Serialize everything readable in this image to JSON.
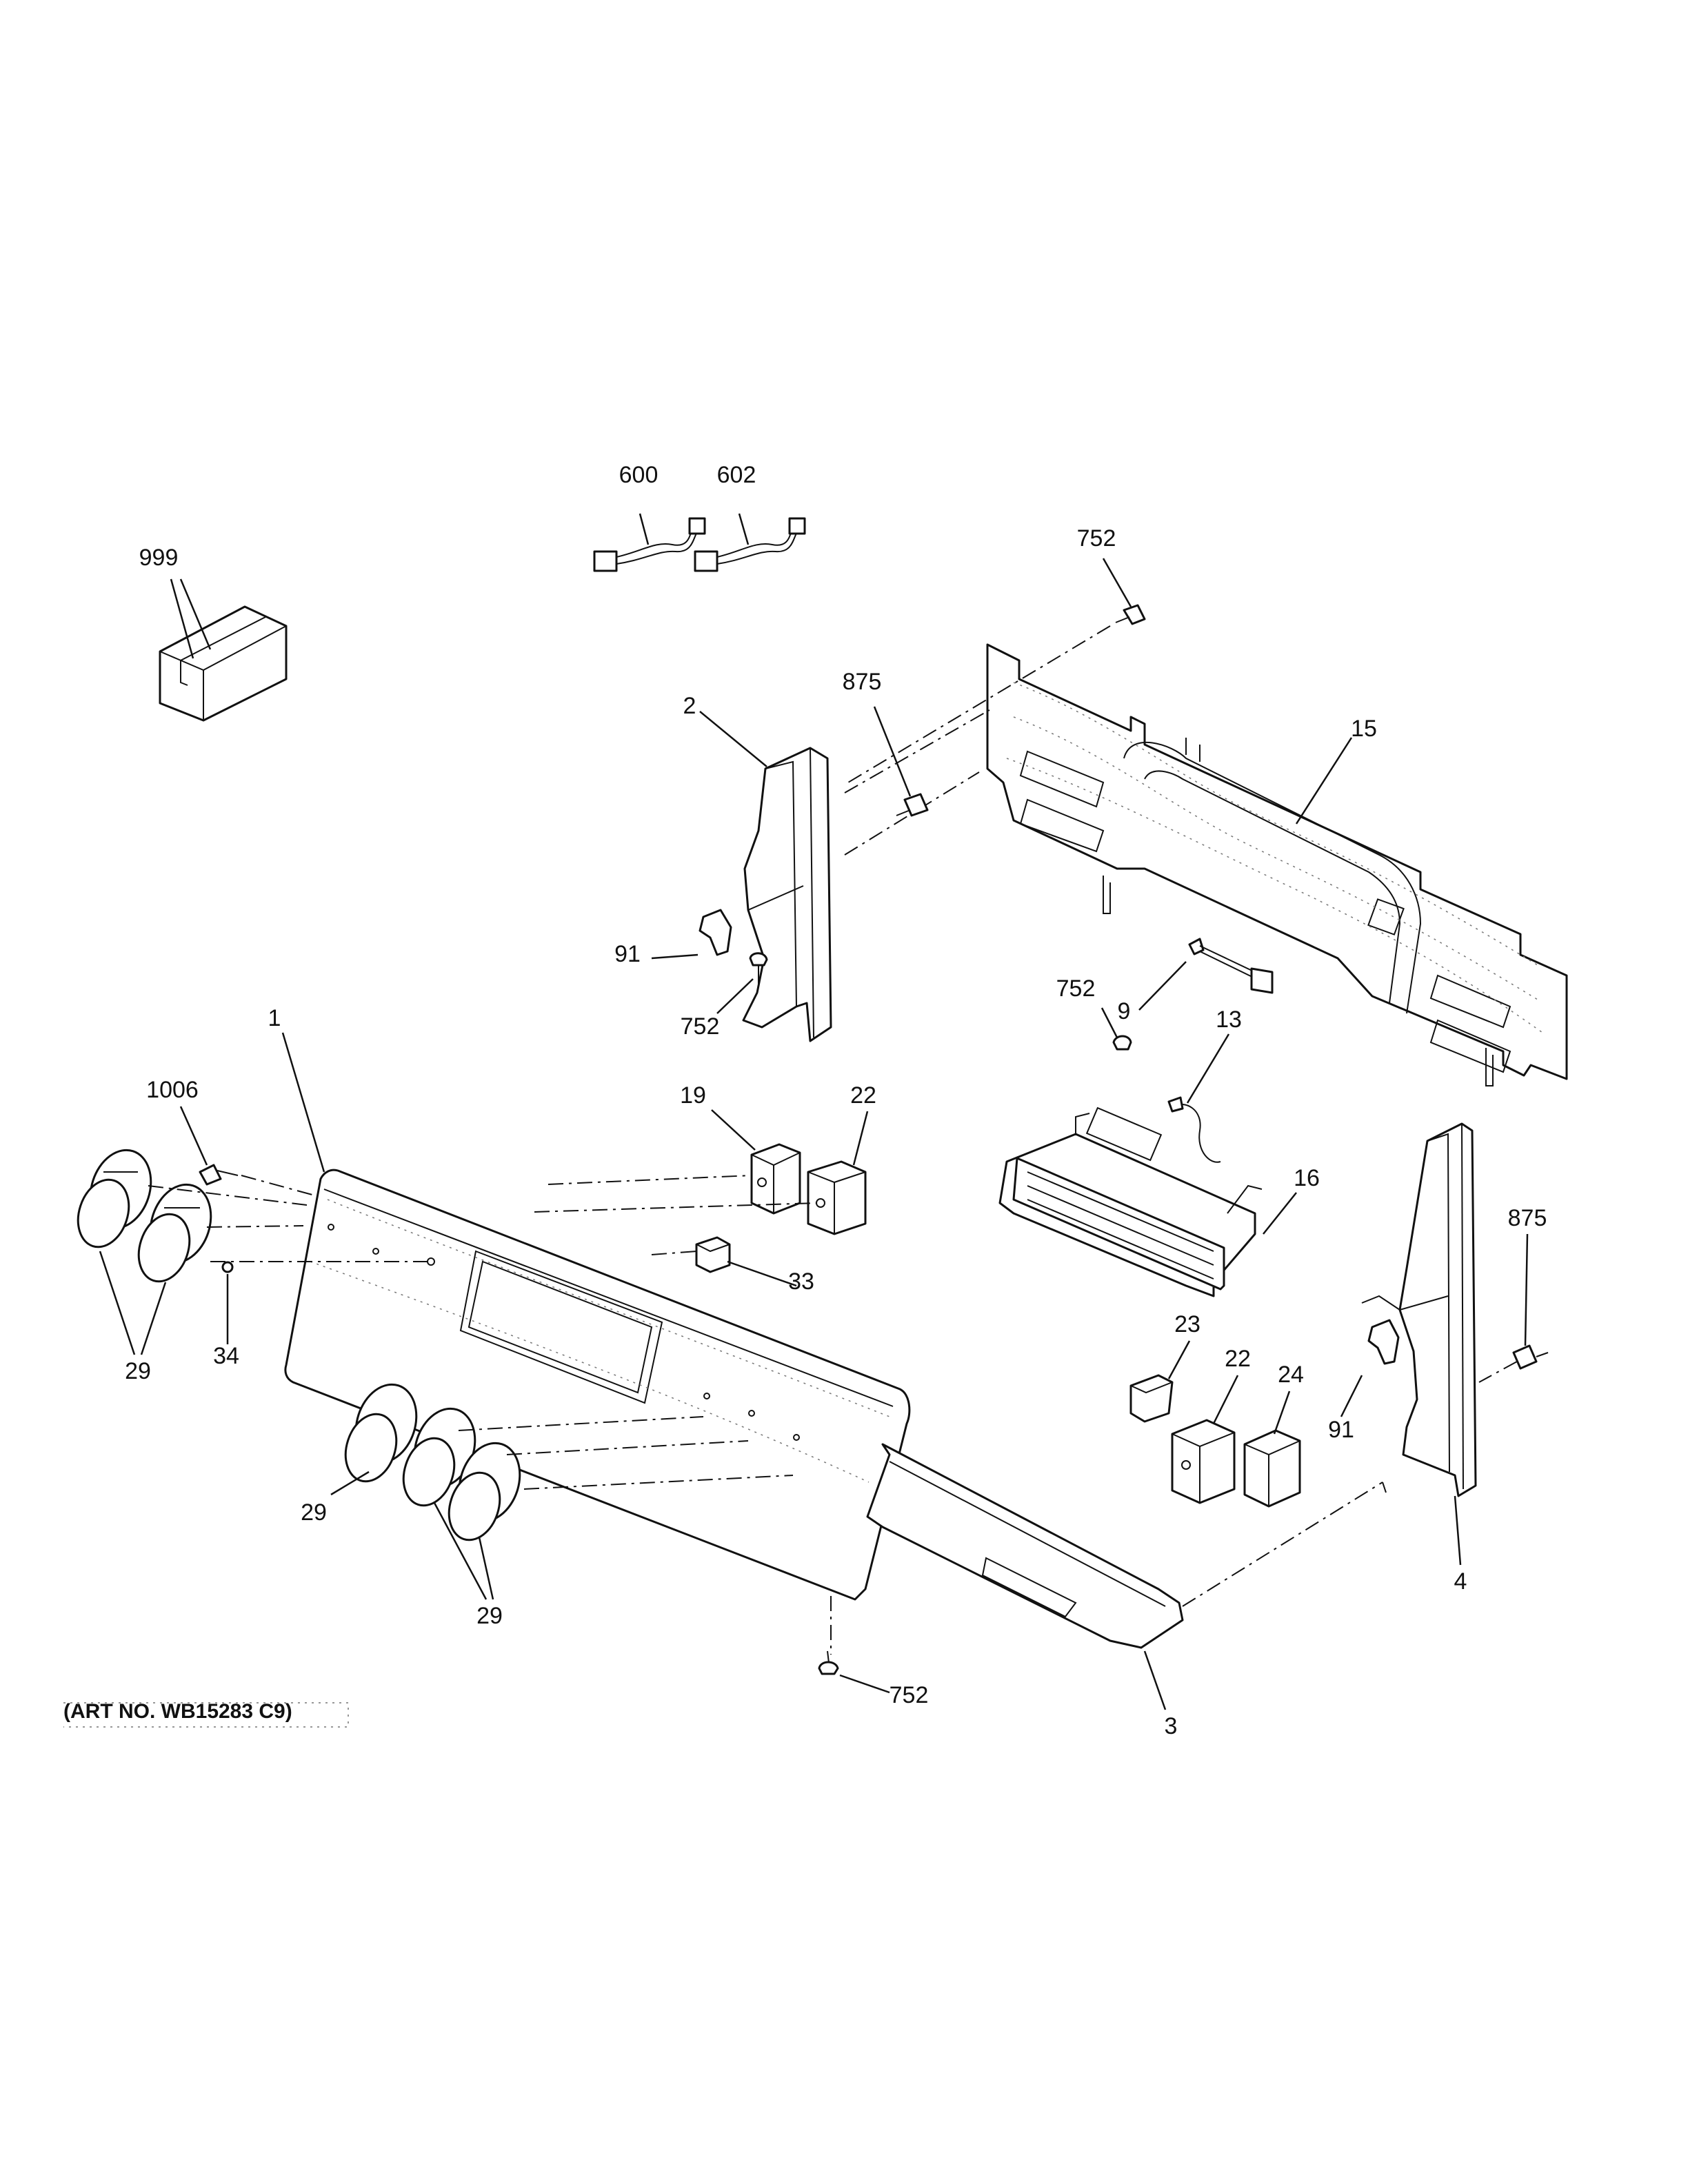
{
  "art_number": "(ART NO. WB15283 C9)",
  "callouts": {
    "c999": "999",
    "c600": "600",
    "c602": "602",
    "c752_top": "752",
    "c875_left": "875",
    "c2": "2",
    "c15": "15",
    "c91_left": "91",
    "c752_bracket": "752",
    "c9": "9",
    "c752_mid": "752",
    "c13": "13",
    "c16": "16",
    "c1": "1",
    "c1006": "1006",
    "c19": "19",
    "c22_top": "22",
    "c33": "33",
    "c34": "34",
    "c29_left": "29",
    "c23": "23",
    "c22_right": "22",
    "c24": "24",
    "c875_right": "875",
    "c91_right": "91",
    "c4": "4",
    "c29_mid": "29",
    "c29_bottom": "29",
    "c752_bottom": "752",
    "c3": "3"
  }
}
